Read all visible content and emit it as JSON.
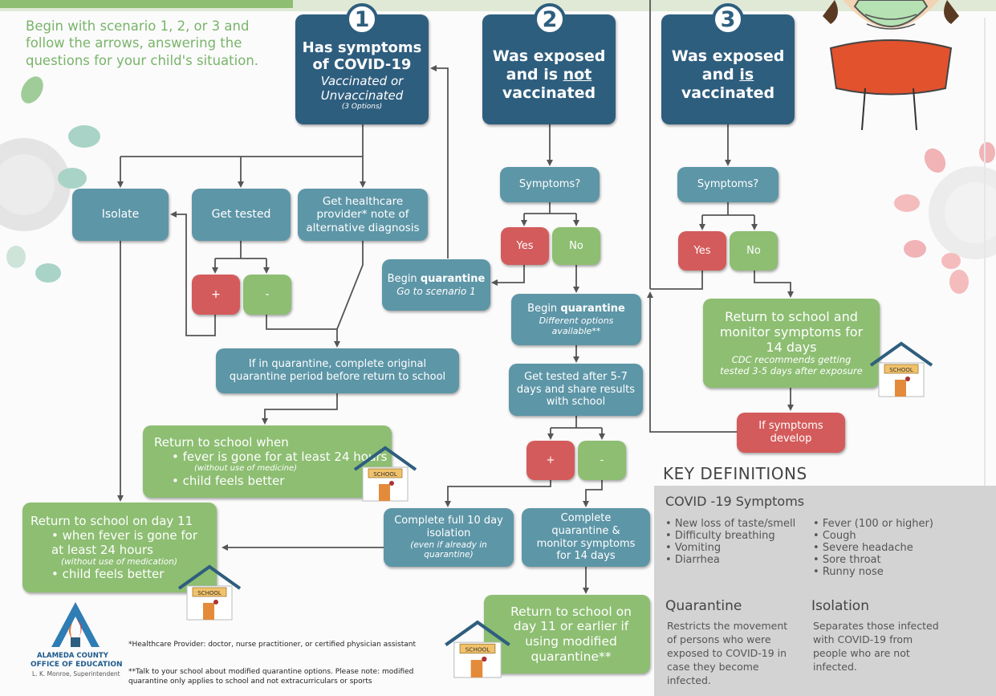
{
  "intro": "Begin with scenario 1, 2, or 3 and follow the arrows, answering the questions for your child's situation.",
  "scenarios": [
    {
      "number": "1",
      "title": "Has symptoms of COVID-19",
      "subtitle": "Vaccinated or Unvaccinated",
      "note": "(3 Options)"
    },
    {
      "number": "2",
      "title_lines": [
        "Was exposed",
        "and is ",
        "not",
        "vaccinated"
      ]
    },
    {
      "number": "3",
      "title_lines": [
        "Was exposed",
        "and ",
        "is",
        "vaccinated"
      ]
    }
  ],
  "s1": {
    "isolate": "Isolate",
    "get_tested": "Get tested",
    "healthcare_note": "Get healthcare provider* note of alternative diagnosis",
    "plus": "+",
    "minus": "-",
    "in_quarantine": "If in quarantine, complete original quarantine period before return to school",
    "return_when_title": "Return to school when",
    "return_when_items": [
      "fever is gone for at least 24 hours"
    ],
    "return_when_note": "(without use of medicine)",
    "return_when_item2": "child feels better",
    "day11_title": "Return to school on day 11",
    "day11_item1": "when fever is gone for at least 24 hours",
    "day11_note": "(without use of medication)",
    "day11_item2": "child feels better"
  },
  "s2": {
    "symptoms": "Symptoms?",
    "yes": "Yes",
    "no": "No",
    "begin_q_s1_pre": "Begin ",
    "begin_q_s1_bold": "quarantine",
    "begin_q_s1_note": "Go to scenario 1",
    "begin_q_pre": "Begin ",
    "begin_q_bold": "quarantine",
    "begin_q_note": "Different options available**",
    "get_tested_5_7": "Get tested after 5-7 days and share results with school",
    "plus": "+",
    "minus": "-",
    "full10": "Complete full 10 day isolation",
    "full10_note": "(even if already in quarantine)",
    "complete_q": "Complete quarantine & monitor symptoms for 14 days",
    "return11": "Return to school on day 11 or earlier if using modified quarantine**"
  },
  "s3": {
    "symptoms": "Symptoms?",
    "yes": "Yes",
    "no": "No",
    "return_monitor": "Return to school and monitor symptoms for 14 days",
    "cdc_note": "CDC recommends getting tested 3-5 days after exposure",
    "if_symptoms": "If symptoms develop"
  },
  "school_sign": "SCHOOL",
  "definitions": {
    "title": "KEY DEFINITIONS",
    "symptoms_title": "COVID -19 Symptoms",
    "symptoms_col1": [
      "New loss of taste/smell",
      "Difficulty breathing",
      "Vomiting",
      "Diarrhea"
    ],
    "symptoms_col2": [
      "Fever (100 or higher)",
      "Cough",
      "Severe headache",
      "Sore throat",
      "Runny nose"
    ],
    "quarantine_title": "Quarantine",
    "quarantine_text": "Restricts the movement of persons who were exposed to COVID-19 in case they become infected.",
    "isolation_title": "Isolation",
    "isolation_text": "Separates those infected with COVID-19 from people who are not infected."
  },
  "logo": {
    "name_line1": "ALAMEDA COUNTY",
    "name_line2": "OFFICE OF EDUCATION",
    "name_line3": "L. K. Monroe, Superintendent"
  },
  "footnotes": {
    "note1": "*Healthcare Provider: doctor, nurse practitioner, or certified physician assistant",
    "note2": "**Talk to your school about modified quarantine options. Please note: modified quarantine only applies to school and not extracurriculars or sports"
  },
  "colors": {
    "navy": "#2e5e7e",
    "teal": "#5d96a7",
    "green": "#8dbe72",
    "red": "#d45b5b",
    "intro_green": "#79b46a"
  }
}
